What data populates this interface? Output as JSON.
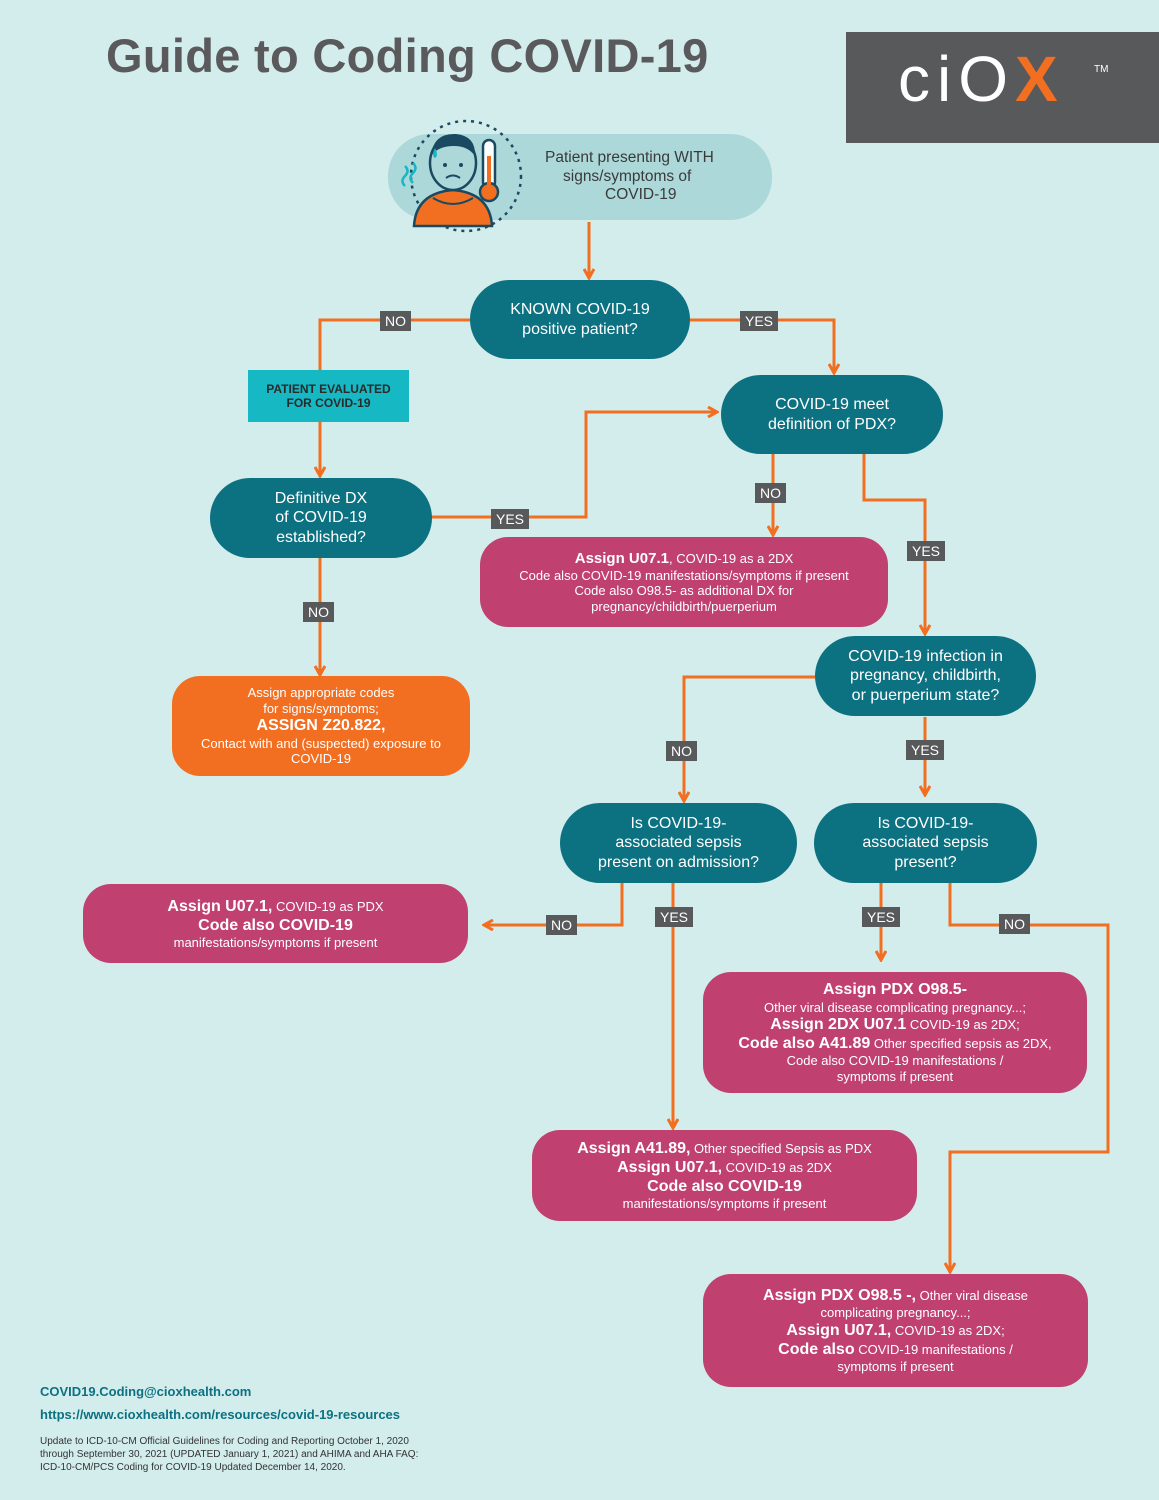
{
  "header": {
    "title": "Guide to Coding COVID-19"
  },
  "brand": {
    "logo_text": "ciO",
    "logo_x": "X",
    "trademark": "TM"
  },
  "colors": {
    "background": "#d3ecec",
    "teal": "#0c7181",
    "magenta": "#c0406f",
    "orange": "#f26f21",
    "cyan": "#16b8c4",
    "label_gray": "#58595b"
  },
  "nodes": {
    "start": {
      "icon": "sick-patient-thermometer-icon",
      "lines": [
        "Patient presenting WITH",
        "signs/symptoms of",
        "COVID-19"
      ]
    },
    "known": {
      "lines": [
        "KNOWN COVID-19",
        "positive patient?"
      ]
    },
    "evaluated": {
      "lines": [
        "PATIENT EVALUATED",
        "FOR COVID-19"
      ]
    },
    "definitive": {
      "lines": [
        "Definitive DX",
        "of COVID-19",
        "established?"
      ]
    },
    "pdx": {
      "lines": [
        "COVID-19 meet",
        "definition of PDX?"
      ]
    },
    "assign_2dx": {
      "l1_bold": "Assign U07.1",
      "l1_rest": ", COVID-19 as a 2DX",
      "l2": "Code also COVID-19 manifestations/symptoms if present",
      "l3": "Code also O98.5- as additional DX for",
      "l4": "pregnancy/childbirth/puerperium"
    },
    "assign_z20": {
      "l1": "Assign appropriate codes",
      "l2": "for signs/symptoms;",
      "l3": "ASSIGN Z20.822,",
      "l4": "Contact with and (suspected) exposure to",
      "l5": "COVID-19"
    },
    "pregnancy": {
      "lines": [
        "COVID-19 infection in",
        "pregnancy, childbirth,",
        "or puerperium state?"
      ]
    },
    "sepsis_adm": {
      "lines": [
        "Is COVID-19-",
        "associated sepsis",
        "present on admission?"
      ]
    },
    "sepsis_preg": {
      "lines": [
        "Is COVID-19-",
        "associated sepsis",
        "present?"
      ]
    },
    "assign_pdx": {
      "l1_bold": "Assign U07.1,",
      "l1_rest": " COVID-19 as PDX",
      "l2": "Code also COVID-19",
      "l3": "manifestations/symptoms if present"
    },
    "assign_o985_sepsis": {
      "l1": "Assign PDX O98.5-",
      "l2": "Other viral disease complicating pregnancy...;",
      "l3_bold": "Assign 2DX U07.1",
      "l3_rest": " COVID-19 as 2DX;",
      "l4_bold": "Code also A41.89",
      "l4_rest": " Other specified sepsis as 2DX,",
      "l5": "Code also COVID-19 manifestations /",
      "l6": "symptoms if present"
    },
    "assign_a4189": {
      "l1_bold": "Assign A41.89,",
      "l1_rest": " Other specified Sepsis as PDX",
      "l2_bold": "Assign U07.1,",
      "l2_rest": " COVID-19 as 2DX",
      "l3": "Code also COVID-19",
      "l4": "manifestations/symptoms if present"
    },
    "assign_o985": {
      "l1_bold": "Assign PDX O98.5 -,",
      "l1_rest": " Other viral disease",
      "l2": "complicating pregnancy...;",
      "l3_bold": "Assign U07.1,",
      "l3_rest": " COVID-19 as 2DX;",
      "l4_bold": "Code also",
      "l4_rest": " COVID-19 manifestations /",
      "l5": "symptoms if present"
    }
  },
  "labels": {
    "no": "NO",
    "yes": "YES"
  },
  "footer": {
    "email": "COVID19.Coding@cioxhealth.com",
    "url": "https://www.cioxhealth.com/resources/covid-19-resources",
    "note_lines": [
      "Update to ICD-10-CM Official Guidelines for Coding and Reporting October 1, 2020",
      "through September 30, 2021 (UPDATED January 1, 2021) and AHIMA and AHA FAQ:",
      "ICD-10-CM/PCS Coding for COVID-19 Updated December 14, 2020."
    ]
  }
}
